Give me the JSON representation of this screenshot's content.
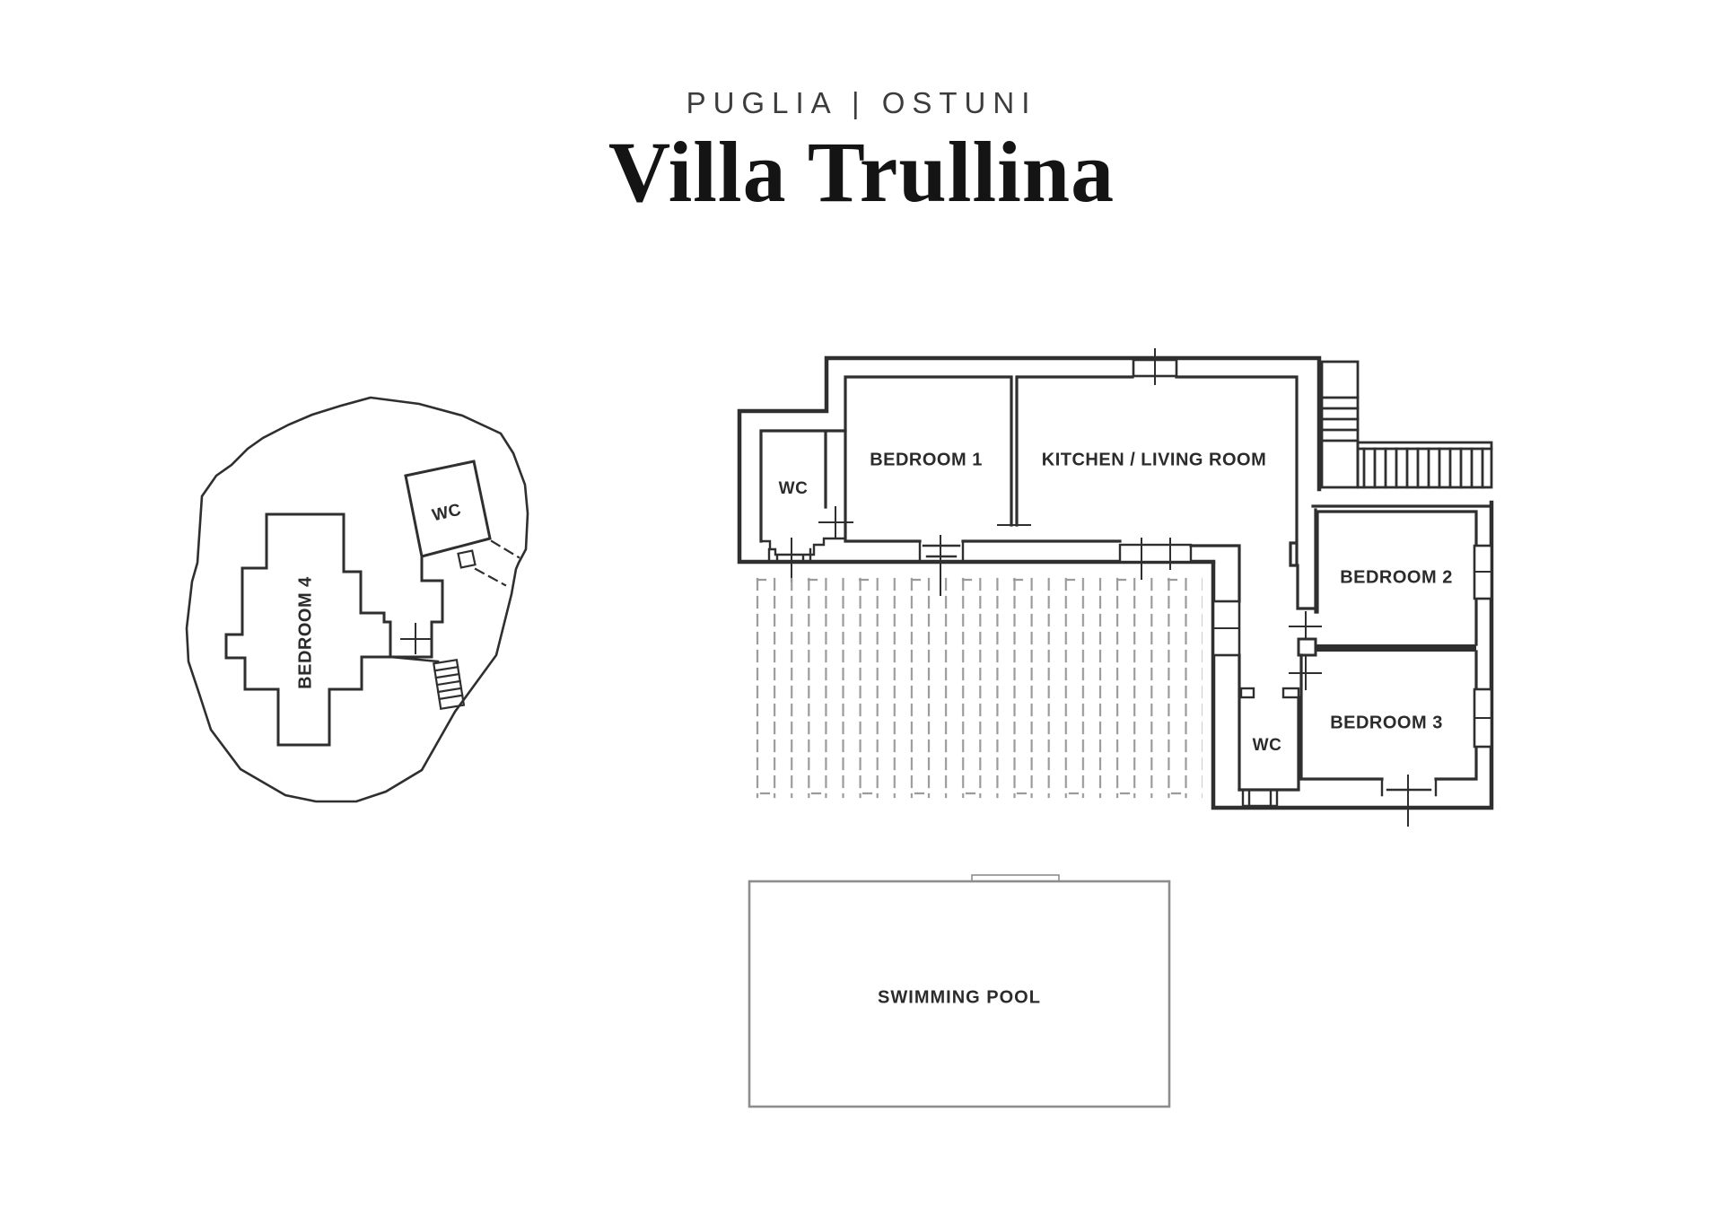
{
  "header": {
    "location": "PUGLIA | OSTUNI",
    "title": "Villa Trullina"
  },
  "trullo": {
    "bedroom4_label": "BEDROOM 4",
    "wc_label": "WC"
  },
  "main_building": {
    "wc_top_label": "WC",
    "bedroom1_label": "BEDROOM 1",
    "kitchen_label": "KITCHEN / LIVING ROOM",
    "bedroom2_label": "BEDROOM 2",
    "bedroom3_label": "BEDROOM 3",
    "wc_bottom_label": "WC"
  },
  "pool": {
    "label": "SWIMMING POOL"
  },
  "colors": {
    "wall": "#2f2f2f",
    "pergola_dash": "#9b9b9b",
    "pool_border": "#8d8d8d",
    "label_text": "#2b2b2b",
    "title_text": "#141414",
    "subtitle_text": "#3c3c3c",
    "background": "#ffffff"
  }
}
